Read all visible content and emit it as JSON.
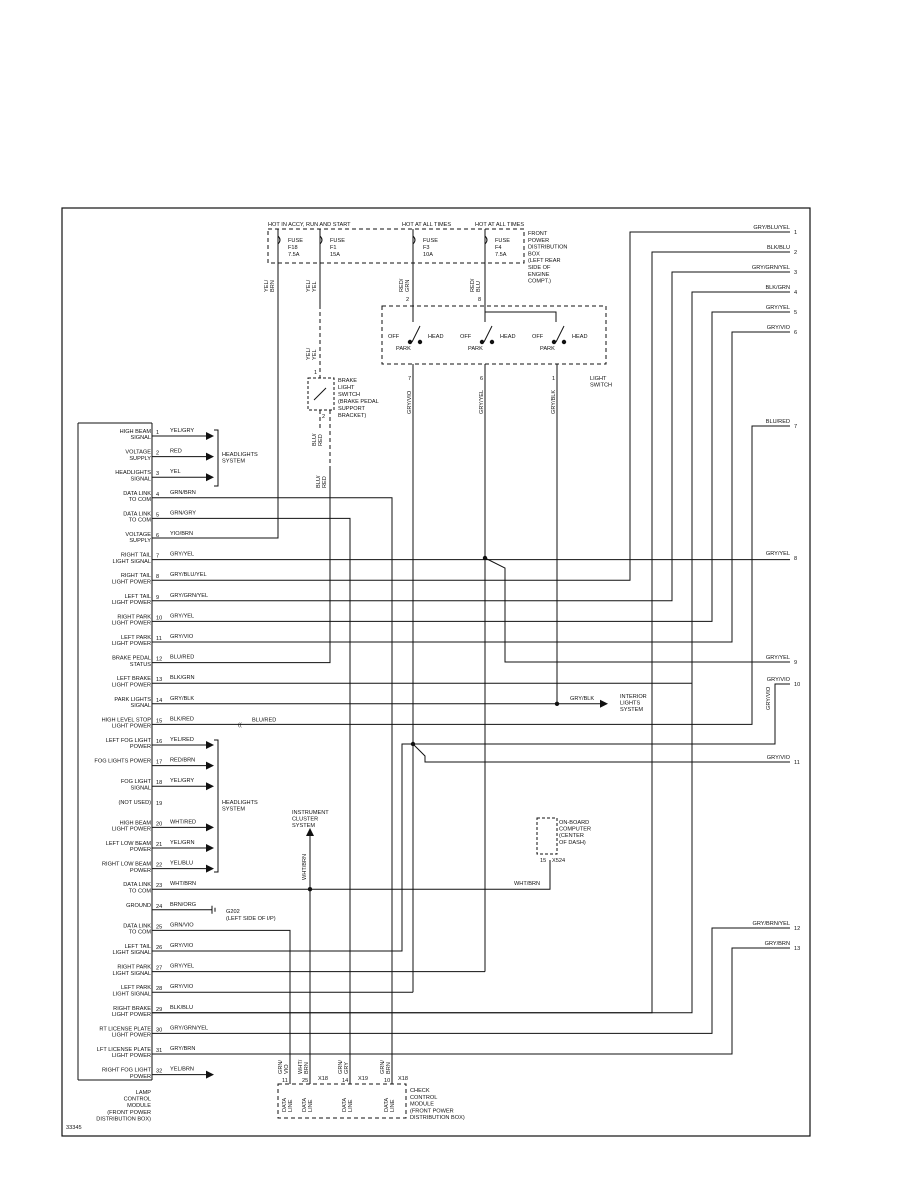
{
  "diagram_id": "33345",
  "fuse_headers": [
    "HOT IN ACCY, RUN AND START",
    "HOT AT ALL TIMES",
    "HOT AT ALL TIMES"
  ],
  "fuses": [
    {
      "name": "FUSE",
      "id": "F18",
      "rating": "7.5A"
    },
    {
      "name": "FUSE",
      "id": "F1",
      "rating": "15A"
    },
    {
      "name": "FUSE",
      "id": "F3",
      "rating": "10A"
    },
    {
      "name": "FUSE",
      "id": "F4",
      "rating": "7.5A"
    }
  ],
  "fuse_box_label": [
    "FRONT",
    "POWER",
    "DISTRIBUTION",
    "BOX",
    "(LEFT REAR",
    "SIDE OF",
    "ENGINE",
    "COMPT.)"
  ],
  "upper_wire_colors": {
    "f18": [
      "YEL/",
      "BRN"
    ],
    "f1a": [
      "YEL/",
      "YEL"
    ],
    "f1b": [
      "YEL/",
      "YEL"
    ],
    "f3": [
      "RED/",
      "GRN"
    ],
    "f4": [
      "RED/",
      "BLU"
    ],
    "blu_red_1": [
      "BLU/",
      "RED"
    ],
    "blu_red_2": [
      "BLU/",
      "RED"
    ]
  },
  "brake_switch": {
    "pin_top": "1",
    "pin_bottom": "2",
    "label": [
      "BRAKE",
      "LIGHT",
      "SWITCH",
      "(BRAKE PEDAL",
      "SUPPORT",
      "BRACKET)"
    ]
  },
  "light_switch": {
    "label": [
      "LIGHT",
      "SWITCH"
    ],
    "positions": [
      "OFF",
      "PARK",
      "HEAD"
    ],
    "in_pins": [
      "2",
      "8"
    ],
    "out_pins": [
      "7",
      "6",
      "1"
    ],
    "out_colors": [
      "GRY/VIO",
      "GRY/YEL",
      "GRY/BLK"
    ]
  },
  "module_pins": [
    {
      "label": [
        "HIGH BEAM",
        "SIGNAL"
      ],
      "pin": "1",
      "color": "YEL/GRY",
      "arrow": true
    },
    {
      "label": [
        "VOLTAGE",
        "SUPPLY"
      ],
      "pin": "2",
      "color": "RED",
      "arrow": true
    },
    {
      "label": [
        "HEADLIGHTS",
        "SIGNAL"
      ],
      "pin": "3",
      "color": "YEL",
      "arrow": true
    },
    {
      "label": [
        "DATA LINK",
        "TO COM"
      ],
      "pin": "4",
      "color": "GRN/BRN"
    },
    {
      "label": [
        "DATA LINK",
        "TO COM"
      ],
      "pin": "5",
      "color": "GRN/GRY"
    },
    {
      "label": [
        "VOLTAGE",
        "SUPPLY"
      ],
      "pin": "6",
      "color": "YIO/BRN"
    },
    {
      "label": [
        "RIGHT TAIL",
        "LIGHT SIGNAL"
      ],
      "pin": "7",
      "color": "GRY/YEL"
    },
    {
      "label": [
        "RIGHT TAIL",
        "LIGHT POWER"
      ],
      "pin": "8",
      "color": "GRY/BLU/YEL"
    },
    {
      "label": [
        "LEFT TAIL",
        "LIGHT POWER"
      ],
      "pin": "9",
      "color": "GRY/GRN/YEL"
    },
    {
      "label": [
        "RIGHT PARK",
        "LIGHT POWER"
      ],
      "pin": "10",
      "color": "GRY/YEL"
    },
    {
      "label": [
        "LEFT PARK",
        "LIGHT POWER"
      ],
      "pin": "11",
      "color": "GRY/VIO"
    },
    {
      "label": [
        "BRAKE PEDAL",
        "STATUS"
      ],
      "pin": "12",
      "color": "BLU/RED"
    },
    {
      "label": [
        "LEFT BRAKE",
        "LIGHT POWER"
      ],
      "pin": "13",
      "color": "BLK/GRN"
    },
    {
      "label": [
        "PARK LIGHTS",
        "SIGNAL"
      ],
      "pin": "14",
      "color": "GRY/BLK"
    },
    {
      "label": [
        "HIGH LEVEL STOP",
        "LIGHT POWER"
      ],
      "pin": "15",
      "color": "BLK/RED"
    },
    {
      "label": [
        "LEFT FOG LIGHT",
        "POWER"
      ],
      "pin": "16",
      "color": "YEL/RED",
      "arrow": true
    },
    {
      "label": [
        "FOG LIGHTS POWER"
      ],
      "pin": "17",
      "color": "RED/BRN",
      "arrow": true
    },
    {
      "label": [
        "FOG LIGHT",
        "SIGNAL"
      ],
      "pin": "18",
      "color": "YEL/GRY",
      "arrow": true
    },
    {
      "label": [
        "(NOT USED)"
      ],
      "pin": "19",
      "color": ""
    },
    {
      "label": [
        "HIGH BEAM",
        "LIGHT POWER"
      ],
      "pin": "20",
      "color": "WHT/RED",
      "arrow": true
    },
    {
      "label": [
        "LEFT LOW BEAM",
        "POWER"
      ],
      "pin": "21",
      "color": "YEL/GRN",
      "arrow": true
    },
    {
      "label": [
        "RIGHT LOW BEAM",
        "POWER"
      ],
      "pin": "22",
      "color": "YEL/BLU",
      "arrow": true
    },
    {
      "label": [
        "DATA LINK",
        "TO COM"
      ],
      "pin": "23",
      "color": "WHT/BRN"
    },
    {
      "label": [
        "GROUND"
      ],
      "pin": "24",
      "color": "BRN/ORG"
    },
    {
      "label": [
        "DATA LINK",
        "TO COM"
      ],
      "pin": "25",
      "color": "GRN/VIO"
    },
    {
      "label": [
        "LEFT TAIL",
        "LIGHT SIGNAL"
      ],
      "pin": "26",
      "color": "GRY/VIO"
    },
    {
      "label": [
        "RIGHT PARK",
        "LIGHT SIGNAL"
      ],
      "pin": "27",
      "color": "GRY/YEL"
    },
    {
      "label": [
        "LEFT PARK",
        "LIGHT SIGNAL"
      ],
      "pin": "28",
      "color": "GRY/VIO"
    },
    {
      "label": [
        "RIGHT BRAKE",
        "LIGHT POWER"
      ],
      "pin": "29",
      "color": "BLK/BLU"
    },
    {
      "label": [
        "RT LICENSE PLATE",
        "LIGHT POWER"
      ],
      "pin": "30",
      "color": "GRY/GRN/YEL"
    },
    {
      "label": [
        "LFT LICENSE PLATE",
        "LIGHT POWER"
      ],
      "pin": "31",
      "color": "GRY/BRN"
    },
    {
      "label": [
        "RIGHT FOG LIGHT",
        "POWER"
      ],
      "pin": "32",
      "color": "YEL/BRN",
      "arrow": true
    }
  ],
  "headlights_system": [
    "HEADLIGHTS",
    "SYSTEM"
  ],
  "lamp_control_module": [
    "LAMP",
    "CONTROL",
    "MODULE",
    "(FRONT POWER",
    "DISTRIBUTION BOX)"
  ],
  "ground": {
    "id": "G202",
    "location": "(LEFT SIDE OF I/P)"
  },
  "interior_lights": {
    "color": "GRY/BLK",
    "label": [
      "INTERIOR",
      "LIGHTS",
      "SYSTEM"
    ]
  },
  "high_stop_wire": "BLU/RED",
  "instrument_cluster": [
    "INSTRUMENT",
    "CLUSTER",
    "SYSTEM"
  ],
  "instrument_wire": "WHT/BRN",
  "obc": {
    "label": [
      "ON-BOARD",
      "COMPUTER",
      "(CENTER",
      "OF DASH)"
    ],
    "pin": "15",
    "connector": "X524",
    "wire": "WHT/BRN"
  },
  "right_outputs": [
    {
      "num": "1",
      "color": "GRY/BLU/YEL"
    },
    {
      "num": "2",
      "color": "BLK/BLU"
    },
    {
      "num": "3",
      "color": "GRY/GRN/YEL"
    },
    {
      "num": "4",
      "color": "BLK/GRN"
    },
    {
      "num": "5",
      "color": "GRY/YEL"
    },
    {
      "num": "6",
      "color": "GRY/VIO"
    },
    {
      "num": "7",
      "color": "BLU/RED"
    },
    {
      "num": "8",
      "color": "GRY/YEL"
    },
    {
      "num": "9",
      "color": "GRY/YEL"
    },
    {
      "num": "10",
      "color": "GRY/VIO"
    },
    {
      "num": "11",
      "color": "GRY/VIO"
    },
    {
      "num": "12",
      "color": "GRY/BRN/YEL"
    },
    {
      "num": "13",
      "color": "GRY/BRN"
    }
  ],
  "check_control_module": {
    "label": [
      "CHECK",
      "CONTROL",
      "MODULE",
      "(FRONT POWER",
      "DISTRIBUTION BOX)"
    ],
    "pins": [
      {
        "pin": "11",
        "color": [
          "GRN/",
          "VIO"
        ],
        "text": [
          "DATA",
          "LINE"
        ]
      },
      {
        "pin": "25",
        "color": [
          "WHT/",
          "BRN"
        ],
        "text": [
          "DATA",
          "LINE"
        ]
      },
      {
        "pin": "14",
        "color": [
          "GRN/",
          "GRY"
        ],
        "text": [
          "DATA",
          "LINE"
        ]
      },
      {
        "pin": "10",
        "color": [
          "GRN/",
          "BRN"
        ],
        "text": [
          "DATA",
          "LINE"
        ]
      }
    ],
    "connectors": [
      "X18",
      "X19",
      "X18"
    ]
  }
}
